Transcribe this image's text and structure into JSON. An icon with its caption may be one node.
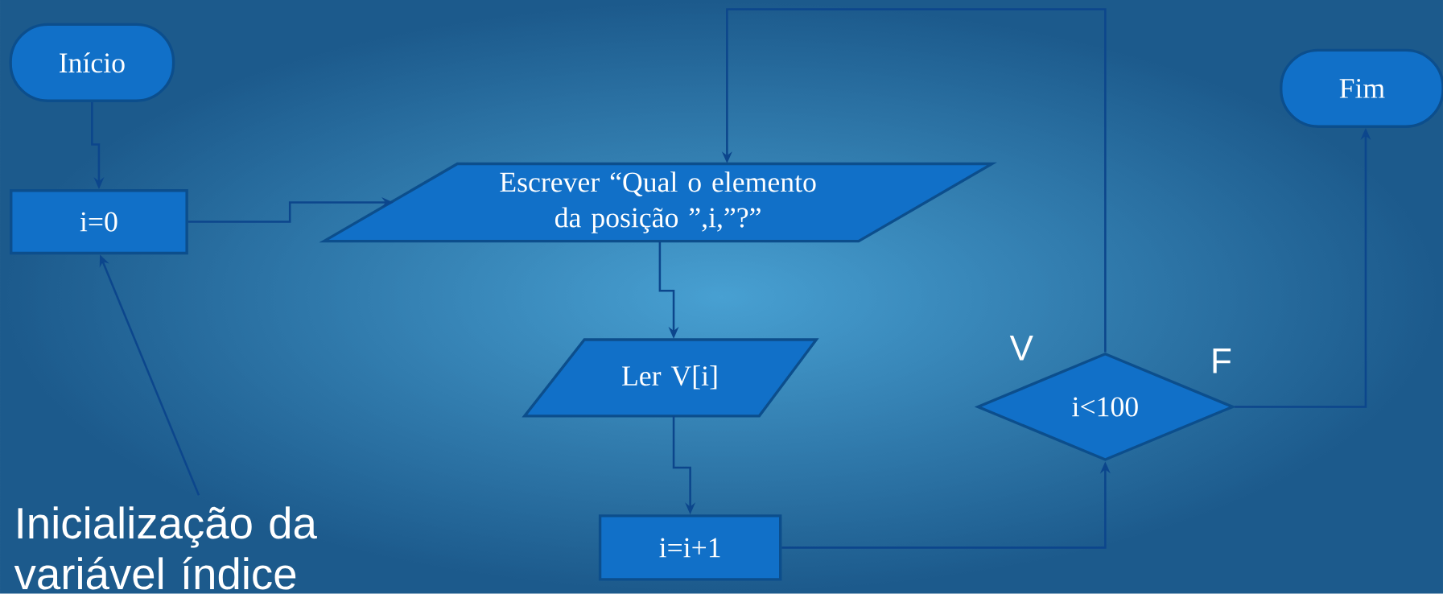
{
  "diagram": {
    "nodes": [
      {
        "text": [
          "Início"
        ]
      },
      {
        "text": [
          "i=0"
        ]
      },
      {
        "text": [
          "Escrever “Qual o elemento da posição ”,i,”?”"
        ]
      },
      {
        "text": [
          "Ler V[i]"
        ]
      },
      {
        "text": [
          "i=i+1"
        ]
      },
      {
        "text": [
          "i<100"
        ]
      },
      {
        "text": [
          "Fim"
        ]
      },
      {
        "text": [
          "Inicialização da variável índice"
        ]
      }
    ],
    "edges": [
      {
        "from": 0,
        "to": 1,
        "arrow": "to"
      },
      {
        "from": 1,
        "to": 2,
        "arrow": "to"
      },
      {
        "from": 2,
        "to": 3,
        "arrow": "to"
      },
      {
        "from": 3,
        "to": 4,
        "arrow": "to"
      },
      {
        "from": 4,
        "to": 5,
        "arrow": "to"
      },
      {
        "from": 5,
        "to": 2,
        "arrow": "to",
        "label": "V"
      },
      {
        "from": 5,
        "to": 6,
        "arrow": "to",
        "label": "F"
      },
      {
        "from": 7,
        "to": 1,
        "arrow": "to"
      }
    ]
  }
}
